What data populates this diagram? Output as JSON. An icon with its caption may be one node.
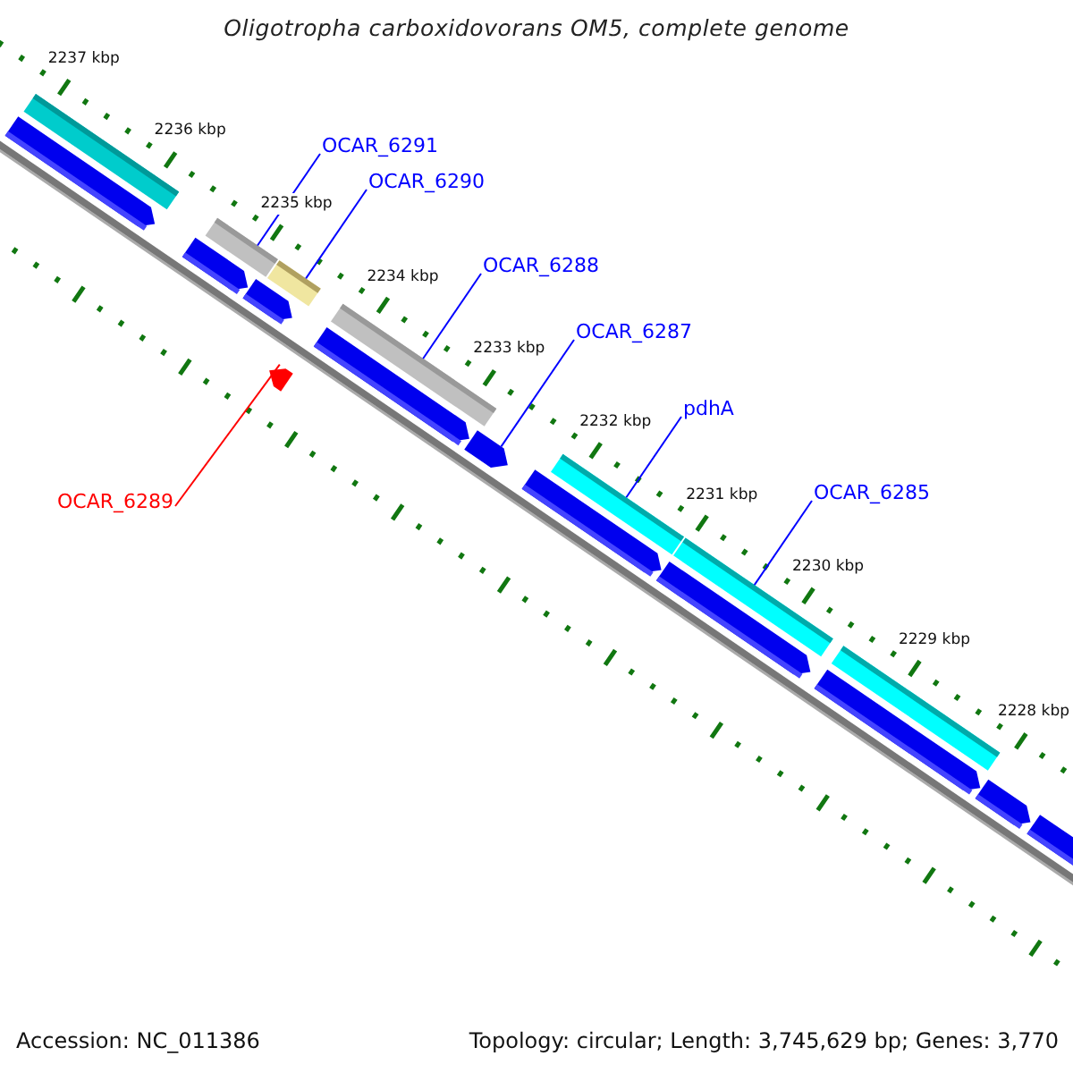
{
  "diagram": {
    "title": "Oligotropha carboxidovorans OM5, complete genome",
    "nodes": [
      {
        "text": [
          "OCAR_6291"
        ]
      },
      {
        "text": [
          "OCAR_6290"
        ]
      },
      {
        "text": [
          "OCAR_6288"
        ]
      },
      {
        "text": [
          "OCAR_6287"
        ]
      },
      {
        "text": [
          "pdhA"
        ]
      },
      {
        "text": [
          "OCAR_6285"
        ]
      },
      {
        "text": [
          "OCAR_6289"
        ]
      },
      {
        "text": [],
        "shape": "bar"
      },
      {
        "text": [],
        "shape": "bar"
      },
      {
        "text": [],
        "shape": "bar"
      },
      {
        "text": [],
        "shape": "arrow"
      },
      {
        "text": [],
        "shape": "bar"
      },
      {
        "text": [],
        "shape": "arrow"
      },
      {
        "text": [],
        "shape": "bar"
      },
      {
        "text": [],
        "shape": "bar"
      },
      {
        "text": [],
        "shape": "bar"
      }
    ],
    "edges": [
      {
        "from": 0,
        "to": 8,
        "arrow": "none"
      },
      {
        "from": 1,
        "to": 9,
        "arrow": "none"
      },
      {
        "from": 2,
        "to": 11,
        "arrow": "none"
      },
      {
        "from": 3,
        "to": 12,
        "arrow": "none"
      },
      {
        "from": 4,
        "to": 13,
        "arrow": "none"
      },
      {
        "from": 5,
        "to": 14,
        "arrow": "none"
      },
      {
        "from": 6,
        "to": 10,
        "arrow": "none",
        "color": "#ff0000"
      }
    ],
    "labels": [
      "2237 kbp",
      "2236 kbp",
      "2235 kbp",
      "2234 kbp",
      "2233 kbp",
      "2232 kbp",
      "2231 kbp",
      "2230 kbp",
      "2229 kbp",
      "2228 kbp",
      "Accession: NC_011386",
      "Topology: circular; Length: 3,745,629 bp; Genes: 3,770"
    ]
  }
}
